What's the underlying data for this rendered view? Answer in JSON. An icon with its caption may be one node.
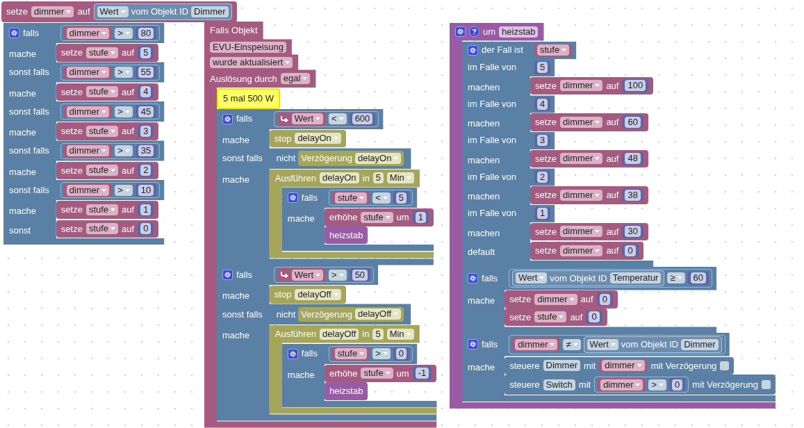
{
  "diagram": {
    "nodes": [
      {
        "text": [
          "setze",
          "dimmer",
          "auf"
        ]
      },
      {
        "text": [
          "Wert",
          "vom Objekt ID",
          "Dimmer"
        ],
        "in": 0
      },
      {
        "text": [
          "falls",
          "mache",
          "sonst falls",
          "mache",
          "sonst falls",
          "mache",
          "sonst falls",
          "mache",
          "sonst falls",
          "mache",
          "sonst"
        ]
      },
      {
        "text": [
          ">"
        ],
        "in": 2
      },
      {
        "text": [
          "dimmer"
        ],
        "in": 3
      },
      {
        "text": [
          "80"
        ],
        "in": 3
      },
      {
        "text": [
          "setze",
          "stufe",
          "auf"
        ],
        "in": 2
      },
      {
        "text": [
          "5"
        ],
        "in": 6
      },
      {
        "text": [
          ">"
        ],
        "in": 2
      },
      {
        "text": [
          "dimmer"
        ],
        "in": 8
      },
      {
        "text": [
          "55"
        ],
        "in": 8
      },
      {
        "text": [
          "setze",
          "stufe",
          "auf"
        ],
        "in": 2
      },
      {
        "text": [
          "4"
        ],
        "in": 11
      },
      {
        "text": [
          ">"
        ],
        "in": 2
      },
      {
        "text": [
          "dimmer"
        ],
        "in": 13
      },
      {
        "text": [
          "45"
        ],
        "in": 13
      },
      {
        "text": [
          "setze",
          "stufe",
          "auf"
        ],
        "in": 2
      },
      {
        "text": [
          "3"
        ],
        "in": 16
      },
      {
        "text": [
          ">"
        ],
        "in": 2
      },
      {
        "text": [
          "dimmer"
        ],
        "in": 18
      },
      {
        "text": [
          "35"
        ],
        "in": 18
      },
      {
        "text": [
          "setze",
          "stufe",
          "auf"
        ],
        "in": 2
      },
      {
        "text": [
          "2"
        ],
        "in": 21
      },
      {
        "text": [
          ">"
        ],
        "in": 2
      },
      {
        "text": [
          "dimmer"
        ],
        "in": 23
      },
      {
        "text": [
          "10"
        ],
        "in": 23
      },
      {
        "text": [
          "setze",
          "stufe",
          "auf"
        ],
        "in": 2
      },
      {
        "text": [
          "1"
        ],
        "in": 26
      },
      {
        "text": [
          "setze",
          "stufe",
          "auf"
        ],
        "in": 2
      },
      {
        "text": [
          "0"
        ],
        "in": 28
      },
      {
        "text": [
          "Falls Objekt",
          "EVU-Einspeisung",
          "wurde aktualisiert",
          "Auslösung durch",
          "egal"
        ]
      },
      {
        "text": [
          "5 mal 500 W"
        ],
        "in": 30
      },
      {
        "text": [
          "falls",
          "mache",
          "sonst falls",
          "mache"
        ],
        "in": 30
      },
      {
        "text": [
          "<"
        ],
        "in": 32
      },
      {
        "text": [
          "Wert"
        ],
        "in": 33
      },
      {
        "text": [
          "600"
        ],
        "in": 33
      },
      {
        "text": [
          "stop",
          "delayOn"
        ],
        "in": 32
      },
      {
        "text": [
          "nicht"
        ],
        "in": 32
      },
      {
        "text": [
          "Verzögerung",
          "delayOn"
        ],
        "in": 37
      },
      {
        "text": [
          "Ausführen",
          "delayOn",
          "in",
          "5",
          "Min"
        ],
        "in": 32
      },
      {
        "text": [
          "falls",
          "mache"
        ],
        "in": 39
      },
      {
        "text": [
          "<"
        ],
        "in": 40
      },
      {
        "text": [
          "stufe"
        ],
        "in": 41
      },
      {
        "text": [
          "5"
        ],
        "in": 41
      },
      {
        "text": [
          "erhöhe",
          "stufe",
          "um"
        ],
        "in": 40
      },
      {
        "text": [
          "1"
        ],
        "in": 44
      },
      {
        "text": [
          "heizstab"
        ],
        "in": 40
      },
      {
        "text": [
          "falls",
          "mache",
          "sonst falls",
          "mache"
        ],
        "in": 30
      },
      {
        "text": [
          ">"
        ],
        "in": 47
      },
      {
        "text": [
          "Wert"
        ],
        "in": 48
      },
      {
        "text": [
          "50"
        ],
        "in": 48
      },
      {
        "text": [
          "stop",
          "delayOff"
        ],
        "in": 47
      },
      {
        "text": [
          "nicht"
        ],
        "in": 47
      },
      {
        "text": [
          "Verzögerung",
          "delayOff"
        ],
        "in": 52
      },
      {
        "text": [
          "Ausführen",
          "delayOff",
          "in",
          "5",
          "Min"
        ],
        "in": 47
      },
      {
        "text": [
          "falls",
          "mache"
        ],
        "in": 54
      },
      {
        "text": [
          ">"
        ],
        "in": 55
      },
      {
        "text": [
          "stufe"
        ],
        "in": 56
      },
      {
        "text": [
          "0"
        ],
        "in": 56
      },
      {
        "text": [
          "erhöhe",
          "stufe",
          "um"
        ],
        "in": 55
      },
      {
        "text": [
          "-1"
        ],
        "in": 59
      },
      {
        "text": [
          "heizstab"
        ],
        "in": 55
      },
      {
        "text": [
          "um",
          "heizstab"
        ]
      },
      {
        "text": [
          "der Fall ist",
          "im Falle von",
          "machen",
          "im Falle von",
          "machen",
          "im Falle von",
          "machen",
          "im Falle von",
          "machen",
          "im Falle von",
          "machen",
          "default"
        ],
        "in": 62
      },
      {
        "text": [
          "stufe"
        ],
        "in": 63
      },
      {
        "text": [
          "5"
        ],
        "in": 63
      },
      {
        "text": [
          "setze",
          "dimmer",
          "auf"
        ],
        "in": 63
      },
      {
        "text": [
          "100"
        ],
        "in": 66
      },
      {
        "text": [
          "4"
        ],
        "in": 63
      },
      {
        "text": [
          "setze",
          "dimmer",
          "auf"
        ],
        "in": 63
      },
      {
        "text": [
          "60"
        ],
        "in": 69
      },
      {
        "text": [
          "3"
        ],
        "in": 63
      },
      {
        "text": [
          "setze",
          "dimmer",
          "auf"
        ],
        "in": 63
      },
      {
        "text": [
          "48"
        ],
        "in": 72
      },
      {
        "text": [
          "2"
        ],
        "in": 63
      },
      {
        "text": [
          "setze",
          "dimmer",
          "auf"
        ],
        "in": 63
      },
      {
        "text": [
          "38"
        ],
        "in": 75
      },
      {
        "text": [
          "1"
        ],
        "in": 63
      },
      {
        "text": [
          "setze",
          "dimmer",
          "auf"
        ],
        "in": 63
      },
      {
        "text": [
          "30"
        ],
        "in": 78
      },
      {
        "text": [
          "setze",
          "dimmer",
          "auf"
        ],
        "in": 63
      },
      {
        "text": [
          "0"
        ],
        "in": 80
      },
      {
        "text": [
          "falls",
          "mache"
        ],
        "in": 62
      },
      {
        "text": [
          "≥"
        ],
        "in": 82
      },
      {
        "text": [
          "Wert",
          "vom Objekt ID",
          "Temperatur"
        ],
        "in": 83
      },
      {
        "text": [
          "60"
        ],
        "in": 83
      },
      {
        "text": [
          "setze",
          "dimmer",
          "auf"
        ],
        "in": 82
      },
      {
        "text": [
          "0"
        ],
        "in": 86
      },
      {
        "text": [
          "setze",
          "stufe",
          "auf"
        ],
        "in": 82
      },
      {
        "text": [
          "0"
        ],
        "in": 88
      },
      {
        "text": [
          "falls",
          "mache"
        ],
        "in": 62
      },
      {
        "text": [
          "≠"
        ],
        "in": 90
      },
      {
        "text": [
          "dimmer"
        ],
        "in": 91
      },
      {
        "text": [
          "Wert",
          "vom Objekt ID",
          "Dimmer"
        ],
        "in": 91
      },
      {
        "text": [
          "steuere",
          "Dimmer",
          "mit",
          "mit Verzögerung"
        ],
        "in": 90
      },
      {
        "text": [
          "dimmer"
        ],
        "in": 94
      },
      {
        "text": [
          "steuere",
          "Switch",
          "mit",
          "mit Verzögerung"
        ],
        "in": 90
      },
      {
        "text": [
          ">"
        ],
        "in": 96
      },
      {
        "text": [
          "dimmer"
        ],
        "in": 97
      },
      {
        "text": [
          "0"
        ],
        "in": 97
      }
    ]
  }
}
